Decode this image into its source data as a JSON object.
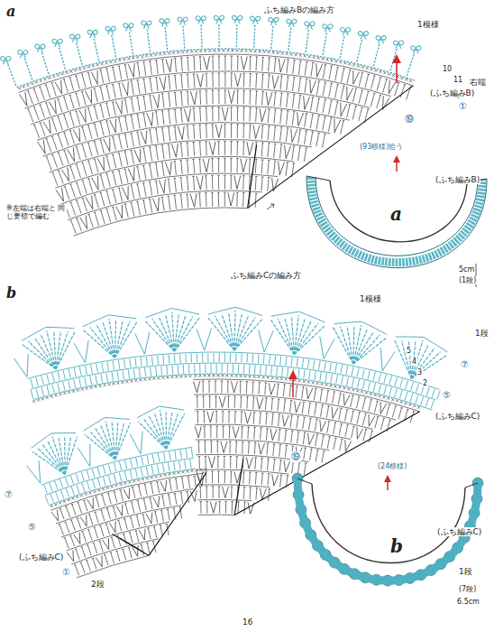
{
  "diagram": {
    "labels": [
      "a",
      "ふち編みBの編み方",
      "1模様",
      "10",
      "11",
      "右端",
      "(ふち編みB)",
      "①",
      "⑲",
      "※左端は右端と 同じ要領で編む",
      "(93模様)拾う",
      "(ふち編みB)",
      "a",
      "5cm",
      "(1段)",
      "b",
      "ふち編みCの編み方",
      "1模様",
      "1段",
      "5",
      "4",
      "3",
      "2",
      "⑦",
      "⑤",
      "(ふち編みC)",
      "⑲",
      "⑦",
      "⑤",
      "(ふち編みC)",
      "①",
      "2段",
      "(24模様)",
      "(ふち編みC)",
      "b",
      "1段",
      "(7段)",
      "6.5cm",
      "16"
    ]
  }
}
